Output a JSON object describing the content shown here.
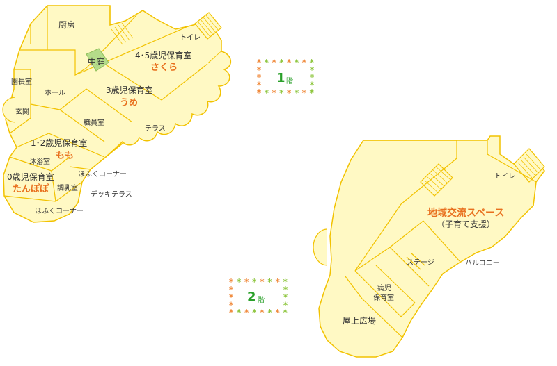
{
  "floor1": {
    "floor_badge": {
      "num": "1",
      "kai": "階"
    },
    "rooms": {
      "kitchen": "厨房",
      "courtyard": "中庭",
      "toilet": "トイレ",
      "room45": "4･5歳児保育室",
      "room45_name": "さくら",
      "principal": "園長室",
      "hall": "ホール",
      "room3": "3歳児保育室",
      "room3_name": "うめ",
      "entrance": "玄関",
      "staff": "職員室",
      "terrace": "テラス",
      "room12": "1･2歳児保育室",
      "room12_name": "もも",
      "bath": "沐浴室",
      "room0": "0歳児保育室",
      "room0_name": "たんぽぽ",
      "hofuku_corner_a": "ほふくコーナー",
      "milk": "調乳室",
      "deck_terrace": "デッキテラス",
      "hofuku_corner_b": "ほふくコーナー"
    }
  },
  "floor2": {
    "floor_badge": {
      "num": "2",
      "kai": "階"
    },
    "rooms": {
      "toilet": "トイレ",
      "exchange_space": "地域交流スペース",
      "exchange_sub": "（子育て支援）",
      "stage": "ステージ",
      "balcony": "バルコニー",
      "sick_child_line1": "病児",
      "sick_child_line2": "保育室",
      "rooftop": "屋上広場"
    }
  },
  "colors": {
    "floor_fill": "#fff9c4",
    "outline": "#f2c200",
    "courtyard": "#b5dc8a",
    "room_name": "#e8701e",
    "badge_text": "#2aa02a",
    "badge_star_orange": "#f08a3c",
    "badge_star_green": "#8ec63f"
  }
}
